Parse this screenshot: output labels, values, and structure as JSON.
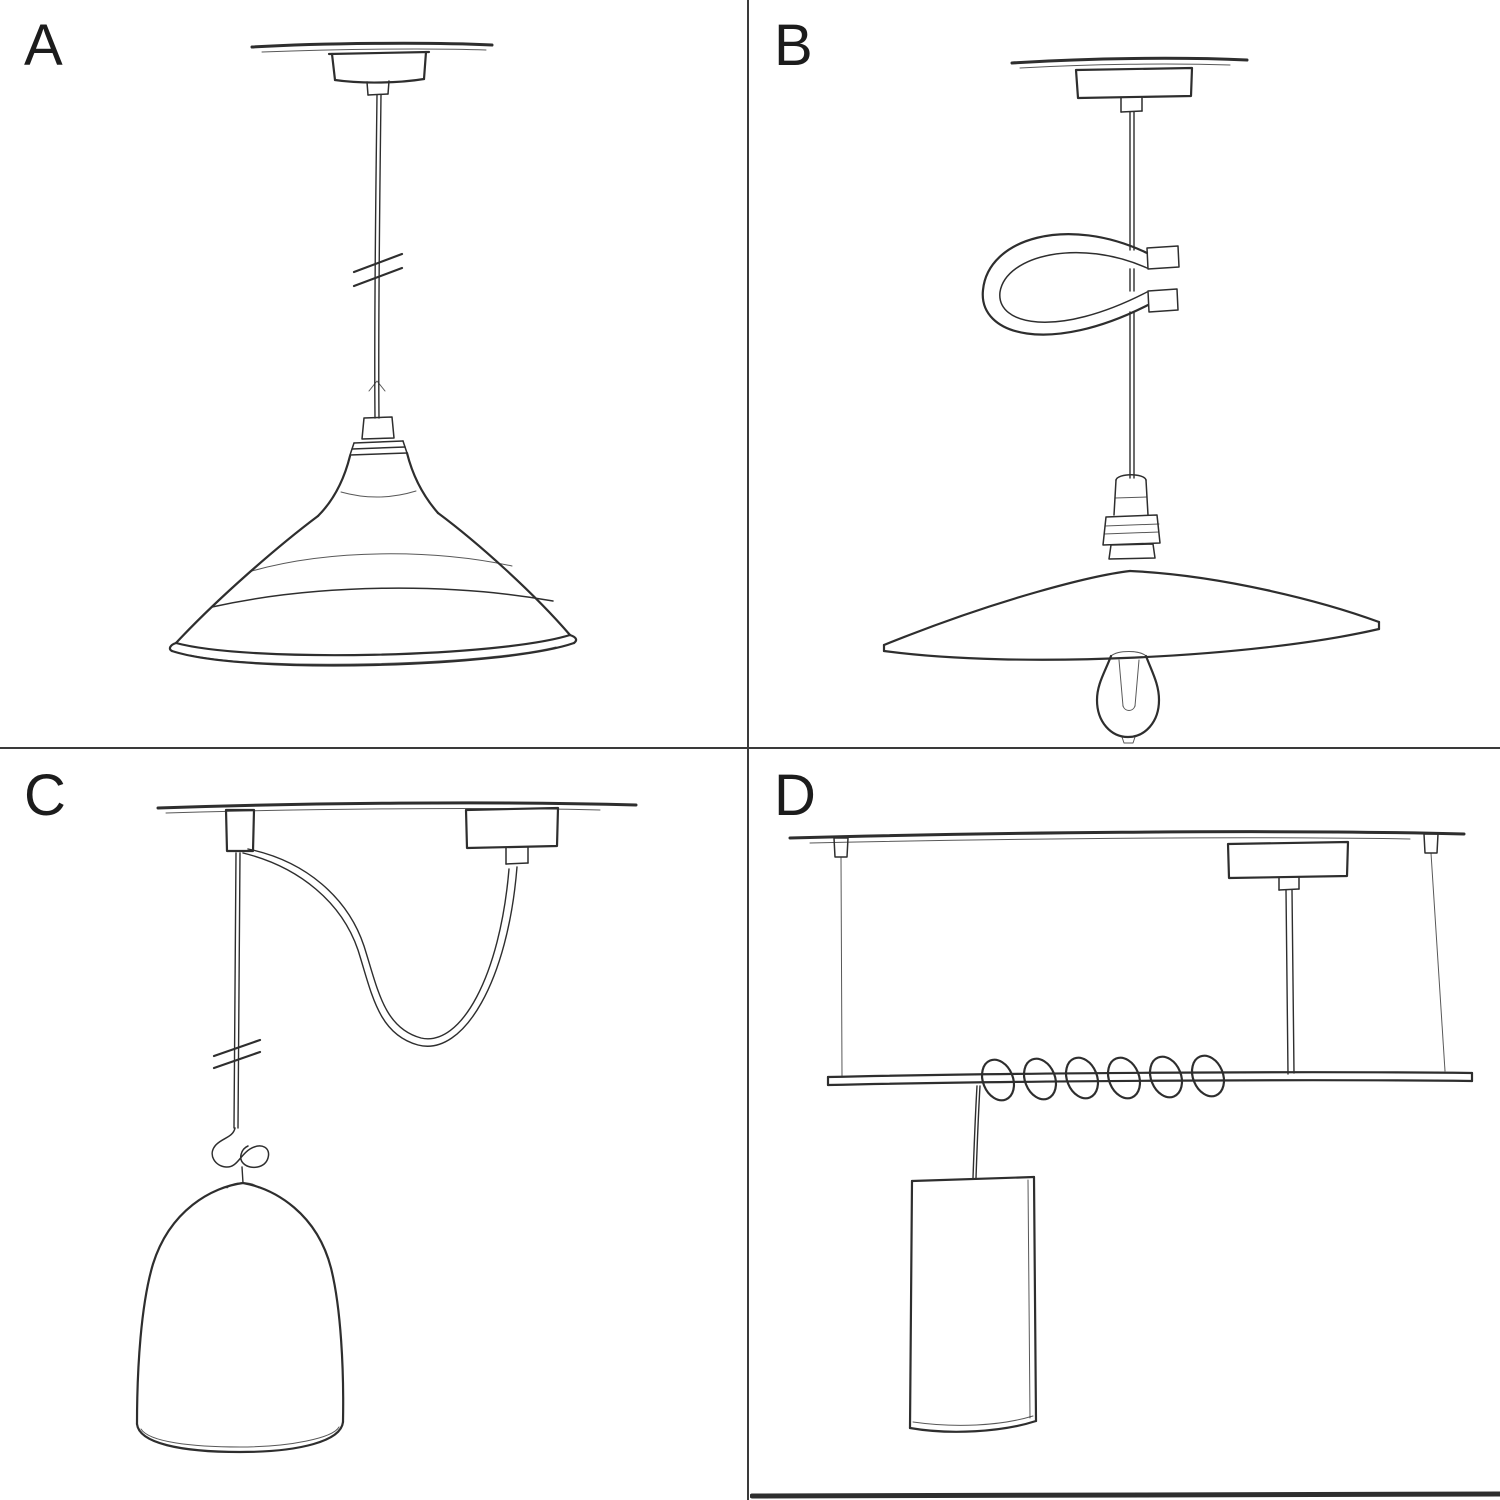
{
  "page": {
    "background": "#ffffff",
    "line_color": "#2e2e2e",
    "divider_color": "#3a3a3a",
    "label_color": "#1c1c1c"
  },
  "panels": [
    {
      "label": "A",
      "sketch": "pendant-with-deep-bowl-shade-sketch"
    },
    {
      "label": "B",
      "sketch": "pendant-with-cable-clip-flat-plate-shade-and-filament-bulb-sketch"
    },
    {
      "label": "C",
      "sketch": "swag-pendant-with-knot-and-bell-jar-shade-sketch"
    },
    {
      "label": "D",
      "sketch": "bar-suspension-with-coiled-cable-and-tube-shade-sketch"
    }
  ]
}
